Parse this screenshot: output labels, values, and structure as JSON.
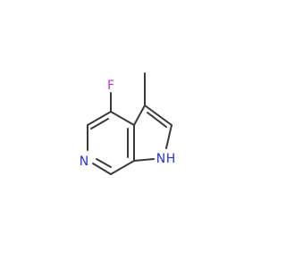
{
  "molecule": {
    "atoms": [
      {
        "id": "F",
        "label": "F",
        "color": "#b03cc8"
      },
      {
        "id": "N6",
        "label": "N",
        "color": "#2a35c8"
      },
      {
        "id": "N1",
        "label": "N",
        "color": "#2a35c8"
      },
      {
        "id": "H1",
        "label": "H",
        "color": "#2a35c8"
      }
    ],
    "bond_color": "#3a3a3a"
  }
}
